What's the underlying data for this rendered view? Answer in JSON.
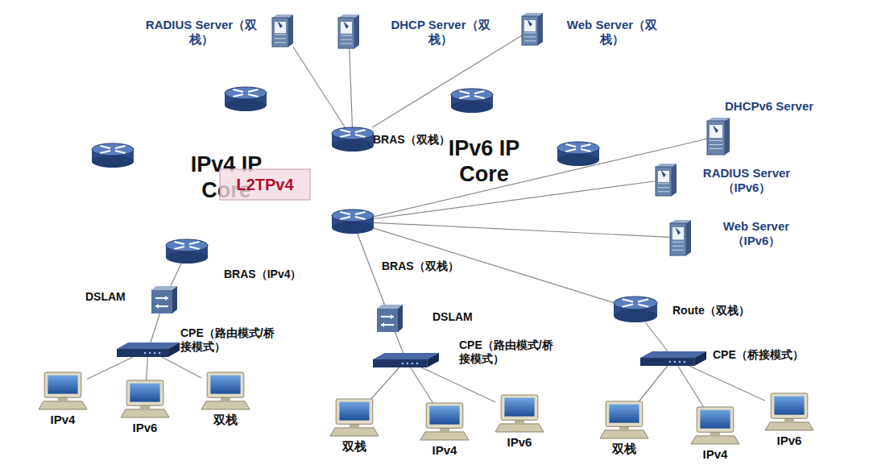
{
  "diagram": {
    "nodes": [
      {
        "text": [
          "RADIUS Server（双栈）"
        ]
      },
      {
        "text": [
          "DHCP Server（双栈）"
        ]
      },
      {
        "text": [
          "Web Server（双栈）"
        ]
      },
      {
        "text": [
          "IPv4 IP Core"
        ]
      },
      {
        "text": [
          "IPv6 IP Core"
        ]
      },
      {
        "text": [
          "BRAS（双栈）"
        ]
      },
      {
        "text": [
          "DHCPv6 Server"
        ]
      },
      {
        "text": [
          "RADIUS Server（IPv6）"
        ]
      },
      {
        "text": [
          "Web Server（IPv6）"
        ]
      },
      {
        "text": [
          "L2TPv4"
        ],
        "in": 3
      },
      {
        "text": [
          "BRAS（IPv4）"
        ]
      },
      {
        "text": [
          "BRAS（双栈）"
        ]
      },
      {
        "text": [
          "DSLAM"
        ]
      },
      {
        "text": [
          "CPE（路由模式/桥接模式）"
        ]
      },
      {
        "text": [
          "DSLAM"
        ]
      },
      {
        "text": [
          "CPE（路由模式/桥接模式）"
        ]
      },
      {
        "text": [
          "Route（双栈）"
        ]
      },
      {
        "text": [
          "CPE（桥接模式）"
        ]
      },
      {
        "text": [
          "IPv4"
        ]
      },
      {
        "text": [
          "IPv6"
        ]
      },
      {
        "text": [
          "双栈"
        ]
      },
      {
        "text": [
          "双栈"
        ]
      },
      {
        "text": [
          "IPv4"
        ]
      },
      {
        "text": [
          "IPv6"
        ]
      },
      {
        "text": [
          "双栈"
        ]
      },
      {
        "text": [
          "IPv4"
        ]
      },
      {
        "text": [
          "IPv6"
        ]
      }
    ],
    "edges": [
      {
        "from": 0,
        "to": 5,
        "arrow": "none"
      },
      {
        "from": 1,
        "to": 5,
        "arrow": "none"
      },
      {
        "from": 2,
        "to": 5,
        "arrow": "none"
      },
      {
        "from": 6,
        "to": 11,
        "arrow": "none"
      },
      {
        "from": 7,
        "to": 11,
        "arrow": "none"
      },
      {
        "from": 8,
        "to": 11,
        "arrow": "none"
      },
      {
        "from": 10,
        "to": 12,
        "arrow": "none"
      },
      {
        "from": 12,
        "to": 13,
        "arrow": "none"
      },
      {
        "from": 13,
        "to": 18,
        "arrow": "none"
      },
      {
        "from": 13,
        "to": 19,
        "arrow": "none"
      },
      {
        "from": 13,
        "to": 20,
        "arrow": "none"
      },
      {
        "from": 11,
        "to": 14,
        "arrow": "none"
      },
      {
        "from": 14,
        "to": 15,
        "arrow": "none"
      },
      {
        "from": 15,
        "to": 21,
        "arrow": "none"
      },
      {
        "from": 15,
        "to": 22,
        "arrow": "none"
      },
      {
        "from": 15,
        "to": 23,
        "arrow": "none"
      },
      {
        "from": 11,
        "to": 16,
        "arrow": "none"
      },
      {
        "from": 16,
        "to": 17,
        "arrow": "none"
      },
      {
        "from": 17,
        "to": 24,
        "arrow": "none"
      },
      {
        "from": 17,
        "to": 25,
        "arrow": "none"
      },
      {
        "from": 17,
        "to": 26,
        "arrow": "none"
      }
    ]
  }
}
